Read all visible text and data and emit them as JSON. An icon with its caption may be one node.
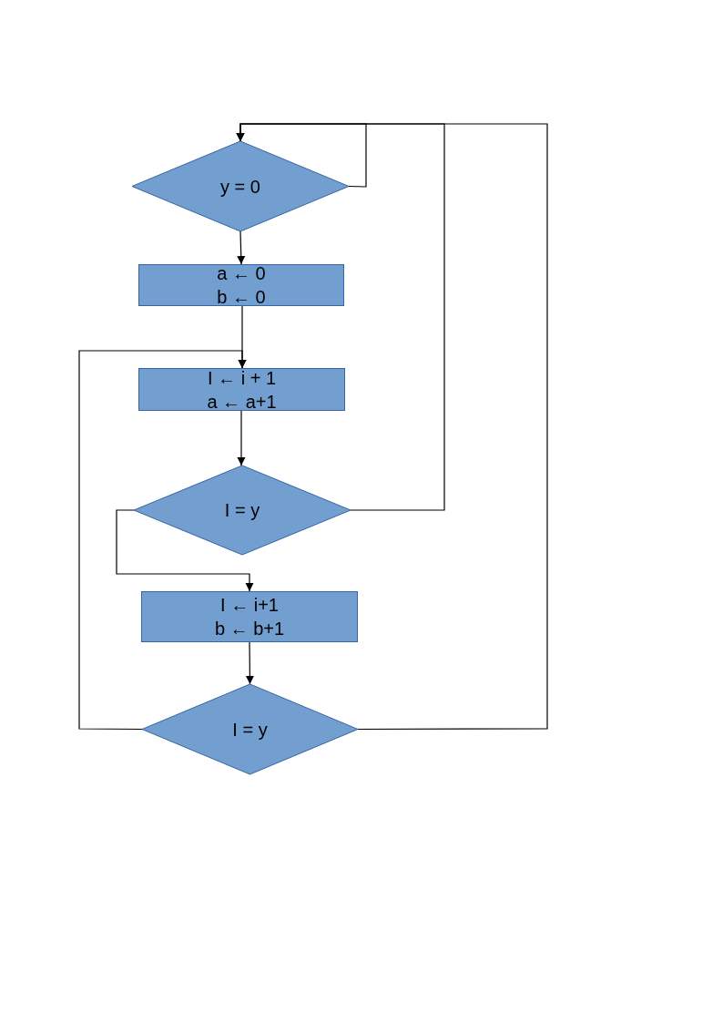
{
  "diagram": {
    "nodes": [
      {
        "text": [
          "y = 0"
        ]
      },
      {
        "text": [
          "a ← 0",
          "b ← 0"
        ]
      },
      {
        "text": [
          "I ← i + 1",
          "a ← a+1"
        ]
      },
      {
        "text": [
          "I = y"
        ]
      },
      {
        "text": [
          "I ← i+1",
          "b ← b+1"
        ]
      },
      {
        "text": [
          "I = y"
        ]
      }
    ],
    "edges": [
      {
        "from": 0,
        "to": 0,
        "arrow": "to"
      },
      {
        "from": 0,
        "to": 1,
        "arrow": "to"
      },
      {
        "from": 1,
        "to": 2,
        "arrow": "to"
      },
      {
        "from": 5,
        "to": 2,
        "arrow": "to"
      },
      {
        "from": 2,
        "to": 3,
        "arrow": "to"
      },
      {
        "from": 3,
        "to": 0,
        "arrow": "to"
      },
      {
        "from": 3,
        "to": 4,
        "arrow": "to"
      },
      {
        "from": 4,
        "to": 5,
        "arrow": "to"
      },
      {
        "from": 5,
        "to": 0,
        "arrow": "to"
      }
    ]
  }
}
